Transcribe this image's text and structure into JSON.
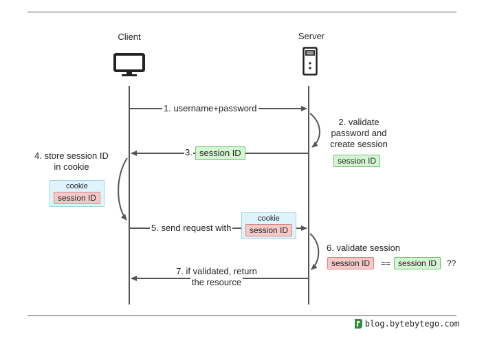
{
  "actors": {
    "client": "Client",
    "server": "Server"
  },
  "messages": {
    "m1": "1. username+password",
    "m3_prefix": "3.",
    "m5": "5. send request with",
    "m7_line1": "7. if validated, return",
    "m7_line2": "the resource"
  },
  "notes": {
    "n2_line1": "2. validate",
    "n2_line2": "password and",
    "n2_line3": "create session",
    "n4_line1": "4. store session ID",
    "n4_line2": "in cookie",
    "n6": "6. validate session"
  },
  "tags": {
    "session_id": "session ID",
    "cookie": "cookie",
    "equals": "==",
    "question": "??"
  },
  "colors": {
    "green_fill": "#d5f5d5",
    "red_fill": "#f6c9c9",
    "cookie_fill": "#dff3fb",
    "line": "#555555"
  },
  "icons": {
    "client_icon": "monitor-icon",
    "server_icon": "server-tower-icon",
    "brand_icon": "bytebytego-logo-icon"
  },
  "footer": {
    "brand": "blog.bytebytego.com"
  }
}
